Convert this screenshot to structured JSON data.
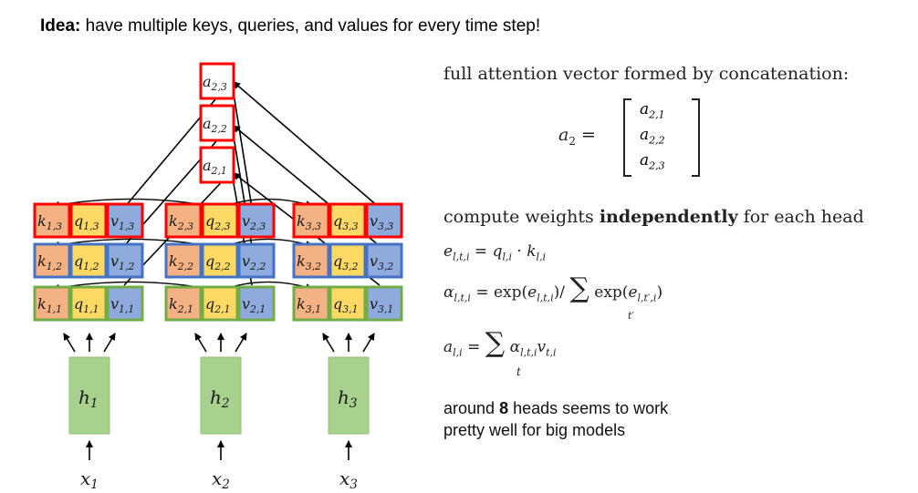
{
  "title": {
    "bold": "Idea:",
    "rest": " have multiple keys, queries, and values for every time step!"
  },
  "outputs": [
    {
      "base": "a",
      "sub": "2,3"
    },
    {
      "base": "a",
      "sub": "2,2"
    },
    {
      "base": "a",
      "sub": "2,1"
    }
  ],
  "hidden": [
    {
      "base": "h",
      "sub": "1"
    },
    {
      "base": "h",
      "sub": "2"
    },
    {
      "base": "h",
      "sub": "3"
    }
  ],
  "inputs": [
    {
      "base": "x",
      "sub": "1"
    },
    {
      "base": "x",
      "sub": "2"
    },
    {
      "base": "x",
      "sub": "3"
    }
  ],
  "cells": {
    "row3": [
      [
        "k",
        "1,3"
      ],
      [
        "q",
        "1,3"
      ],
      [
        "v",
        "1,3"
      ],
      [
        "k",
        "2,3"
      ],
      [
        "q",
        "2,3"
      ],
      [
        "v",
        "2,3"
      ],
      [
        "k",
        "3,3"
      ],
      [
        "q",
        "3,3"
      ],
      [
        "v",
        "3,3"
      ]
    ],
    "row2": [
      [
        "k",
        "1,2"
      ],
      [
        "q",
        "1,2"
      ],
      [
        "v",
        "1,2"
      ],
      [
        "k",
        "2,2"
      ],
      [
        "q",
        "2,2"
      ],
      [
        "v",
        "2,2"
      ],
      [
        "k",
        "3,2"
      ],
      [
        "q",
        "3,2"
      ],
      [
        "v",
        "3,2"
      ]
    ],
    "row1": [
      [
        "k",
        "1,1"
      ],
      [
        "q",
        "1,1"
      ],
      [
        "v",
        "1,1"
      ],
      [
        "k",
        "2,1"
      ],
      [
        "q",
        "2,1"
      ],
      [
        "v",
        "2,1"
      ],
      [
        "k",
        "3,1"
      ],
      [
        "q",
        "3,1"
      ],
      [
        "v",
        "3,1"
      ]
    ]
  },
  "colors": {
    "key_fill": "#f4b183",
    "query_fill": "#ffd966",
    "value_fill": "#8faadc",
    "head3_border": "#ff0000",
    "head2_border": "#4472c4",
    "head1_border": "#70ad47",
    "hidden_fill": "#a9d18e",
    "output_border": "#ff0000"
  },
  "right": {
    "concat_text": "full attention vector formed by concatenation:",
    "a2_lhs": "a",
    "a2_lhs_sub": "2",
    "matrix": [
      "a2,1",
      "a2,2",
      "a2,3"
    ],
    "weights_pre": "compute weights ",
    "weights_bold": "independently",
    "weights_post": " for each head",
    "eq1": "e",
    "eq2": "α",
    "eq3": "a",
    "heads_pre": "around ",
    "heads_bold": "8",
    "heads_post": " heads seems to work",
    "heads_line2": "pretty well for big models"
  }
}
